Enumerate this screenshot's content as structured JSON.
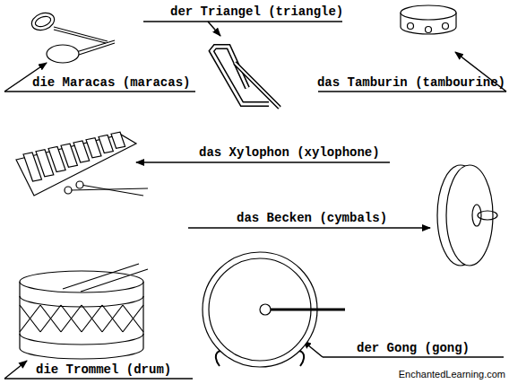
{
  "diagram": {
    "labels": [
      "der Triangel (triangle)",
      "die Maracas (maracas)",
      "das Tamburin (tambourine)",
      "das Xylophon (xylophone)",
      "das Becken (cymbals)",
      "die Trommel (drum)",
      "der Gong (gong)",
      "EnchantedLearning.com"
    ]
  }
}
